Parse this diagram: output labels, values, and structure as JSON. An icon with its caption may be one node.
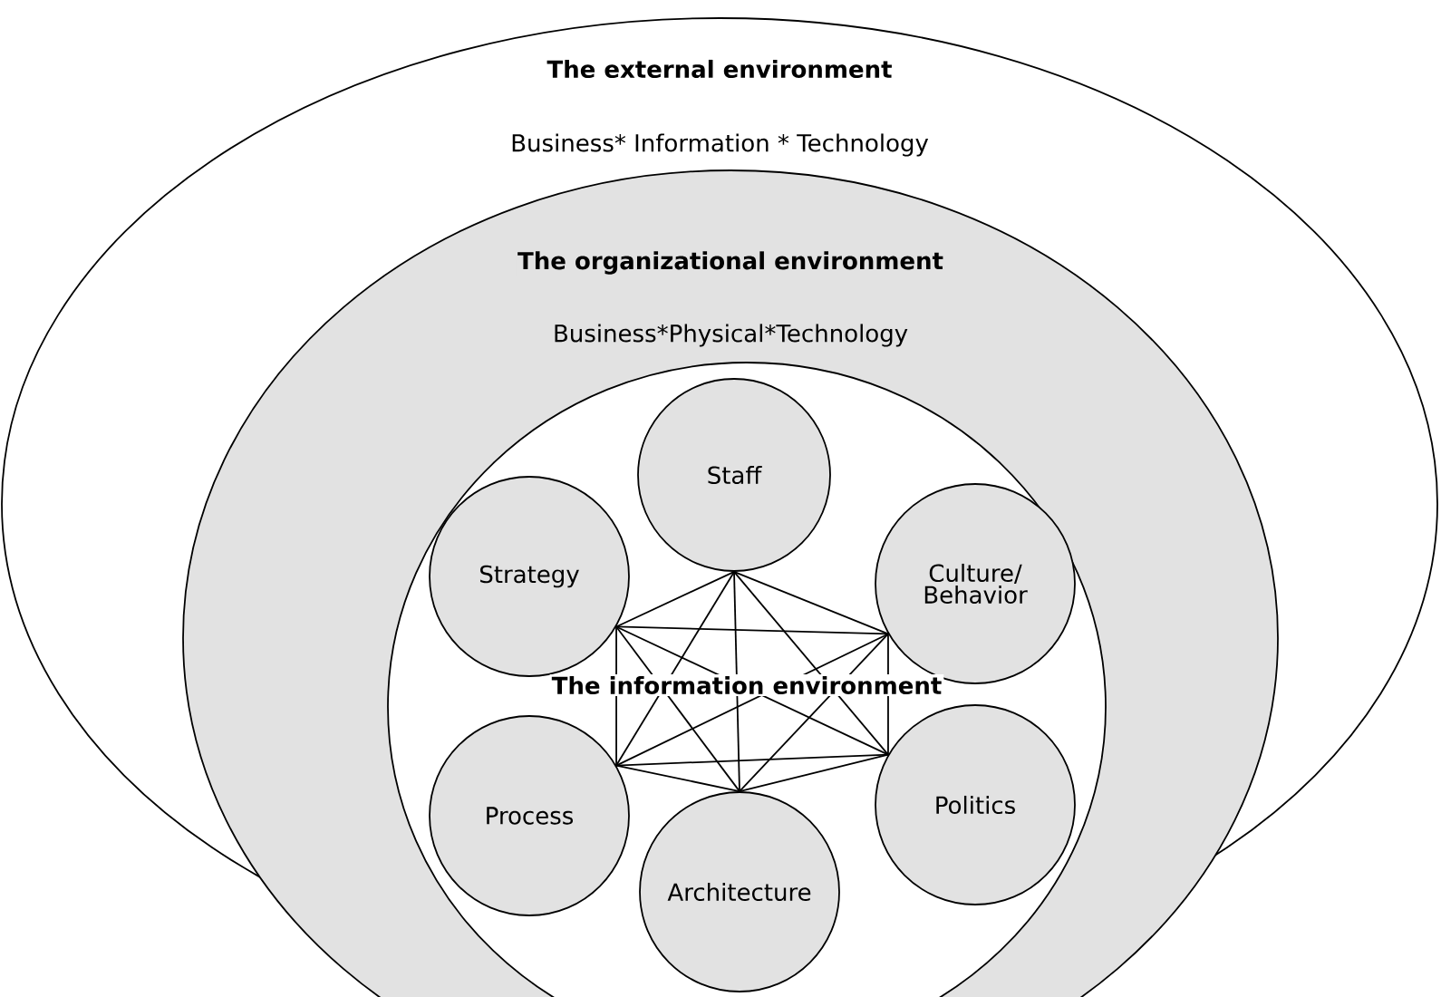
{
  "diagram": {
    "nodes": [
      {
        "text": [
          "The external environment",
          "Business* Information * Technology"
        ]
      },
      {
        "text": [
          "The organizational environment",
          "Business*Physical*Technology"
        ],
        "in": 0
      },
      {
        "text": [
          "The information environment"
        ],
        "in": 1
      },
      {
        "text": [
          "Staff"
        ],
        "in": 2
      },
      {
        "text": [
          "Strategy"
        ],
        "in": 2
      },
      {
        "text": [
          "Culture/ Behavior"
        ],
        "in": 2
      },
      {
        "text": [
          "Process"
        ],
        "in": 2
      },
      {
        "text": [
          "Politics"
        ],
        "in": 2
      },
      {
        "text": [
          "Architecture"
        ],
        "in": 2
      }
    ],
    "edges": [
      {
        "from": 3,
        "to": 4,
        "arrow": "none"
      },
      {
        "from": 3,
        "to": 5,
        "arrow": "none"
      },
      {
        "from": 3,
        "to": 6,
        "arrow": "none"
      },
      {
        "from": 3,
        "to": 7,
        "arrow": "none"
      },
      {
        "from": 3,
        "to": 8,
        "arrow": "none"
      },
      {
        "from": 4,
        "to": 5,
        "arrow": "none"
      },
      {
        "from": 4,
        "to": 6,
        "arrow": "none"
      },
      {
        "from": 4,
        "to": 7,
        "arrow": "none"
      },
      {
        "from": 4,
        "to": 8,
        "arrow": "none"
      },
      {
        "from": 5,
        "to": 6,
        "arrow": "none"
      },
      {
        "from": 5,
        "to": 7,
        "arrow": "none"
      },
      {
        "from": 5,
        "to": 8,
        "arrow": "none"
      },
      {
        "from": 6,
        "to": 7,
        "arrow": "none"
      },
      {
        "from": 6,
        "to": 8,
        "arrow": "none"
      },
      {
        "from": 7,
        "to": 8,
        "arrow": "none"
      }
    ]
  }
}
